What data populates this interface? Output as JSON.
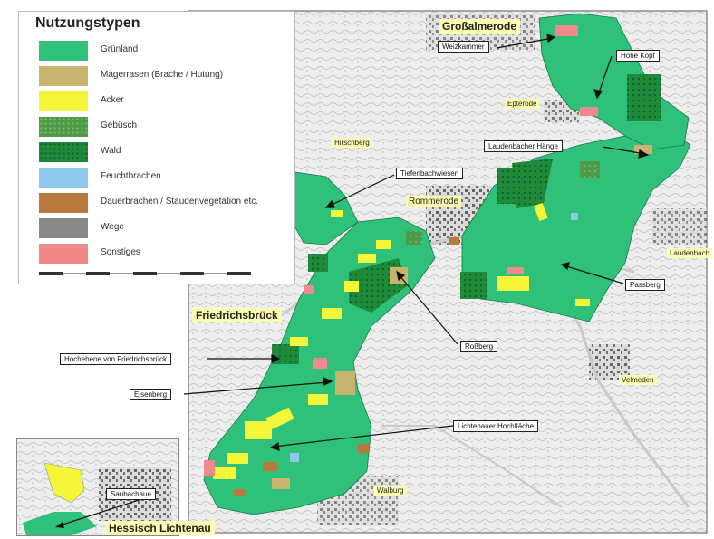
{
  "legend": {
    "title": "Nutzungstypen",
    "items": [
      {
        "label": "Grünland",
        "color": "#2fc07a",
        "pattern": "solid"
      },
      {
        "label": "Magerrasen (Brache / Hutung)",
        "color": "#c8b46e",
        "pattern": "solid"
      },
      {
        "label": "Acker",
        "color": "#f5f53a",
        "pattern": "solid"
      },
      {
        "label": "Gebüsch",
        "color": "#4f9a4a",
        "pattern": "dots"
      },
      {
        "label": "Wald",
        "color": "#1f8a3a",
        "pattern": "dots"
      },
      {
        "label": "Feuchtbrachen",
        "color": "#8fc8ee",
        "pattern": "solid"
      },
      {
        "label": "Dauerbrachen / Staudenvegetation etc.",
        "color": "#b87a3c",
        "pattern": "solid"
      },
      {
        "label": "Wege",
        "color": "#8a8a8a",
        "pattern": "solid"
      },
      {
        "label": "Sonstiges",
        "color": "#f08a8a",
        "pattern": "solid"
      }
    ]
  },
  "places": {
    "grossalmerode": "Großalmerode",
    "epterode": "Epterode",
    "hirschberg": "Hirschberg",
    "rommerode": "Rommerode",
    "friedrichsbrueck": "Friedrichsbrück",
    "velmeden": "Velmeden",
    "walburg": "Walburg",
    "hessisch_lichtenau": "Hessisch Lichtenau",
    "laudenbach": "Laudenbach"
  },
  "callouts": {
    "weizkammer": "Weizkammer",
    "hohe_kopf": "Hohe Kopf",
    "laudenbacher_haenge": "Laudenbacher Hänge",
    "tiefenbachwiesen": "Tiefenbachwiesen",
    "passberg": "Passberg",
    "hochebene": "Hochebene von Friedrichsbrück",
    "rossberg": "Roßberg",
    "eisenberg": "Eisenberg",
    "lichtenauer": "Lichtenauer Hochfläche",
    "saubachaue": "Saubachaue"
  },
  "colors": {
    "grassland": "#2fc07a",
    "forest": "#1f8a3a",
    "field": "#f5f53a",
    "topo_background": "#ebebeb"
  }
}
